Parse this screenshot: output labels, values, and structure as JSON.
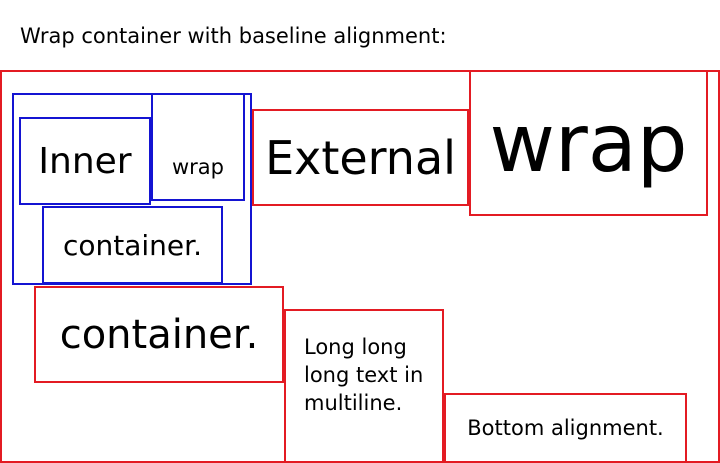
{
  "heading": "Wrap container with baseline alignment:",
  "items": {
    "inner": "Inner",
    "wrap_small": "wrap",
    "container_small": "container.",
    "external": "External",
    "wrap_big": "wrap",
    "container_big": "container.",
    "long_text": "Long long long text in multiline.",
    "bottom": "Bottom alignment."
  },
  "colors": {
    "outer_border": "#e31b23",
    "inner_border": "#1414d2"
  }
}
